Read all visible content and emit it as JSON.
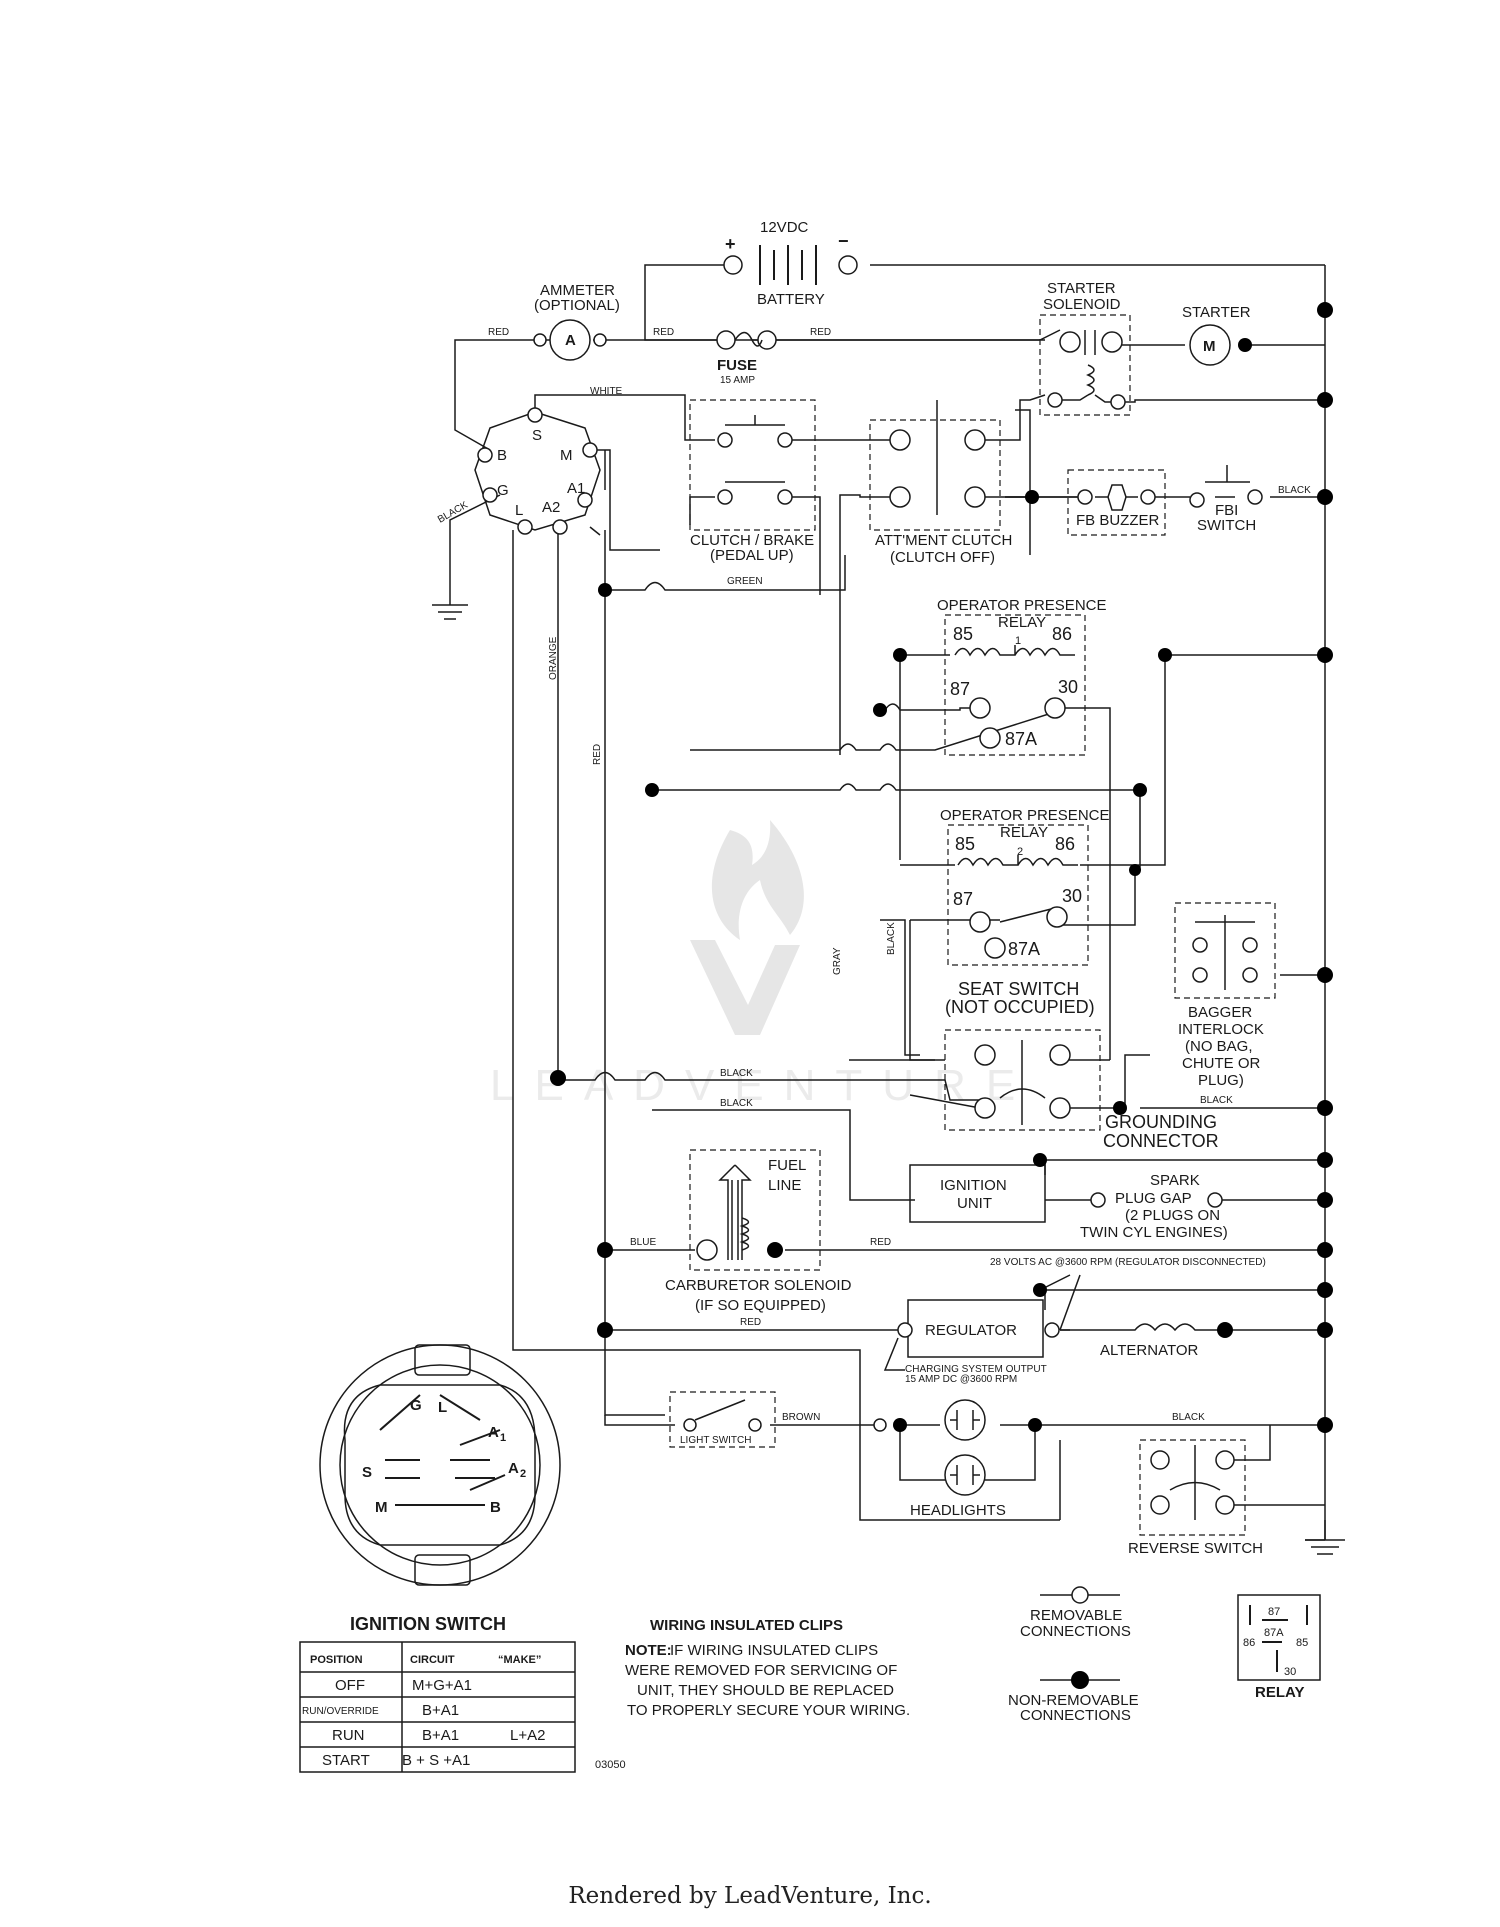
{
  "battery": {
    "voltage": "12VDC",
    "plus": "+",
    "minus": "−",
    "label": "BATTERY"
  },
  "ammeter": {
    "label": "AMMETER",
    "sub": "(OPTIONAL)",
    "symbol": "A"
  },
  "fuse": {
    "label": "FUSE",
    "rating": "15 AMP"
  },
  "starter_solenoid": {
    "line1": "STARTER",
    "line2": "SOLENOID"
  },
  "starter": {
    "label": "STARTER",
    "symbol": "M"
  },
  "ignition_switch_terms": {
    "S": "S",
    "M": "M",
    "B": "B",
    "G": "G",
    "L": "L",
    "A2": "A2",
    "A1": "A1"
  },
  "clutch_brake": {
    "line1": "CLUTCH / BRAKE",
    "line2": "(PEDAL UP)"
  },
  "attachment_clutch": {
    "line1": "ATT'MENT CLUTCH",
    "line2": "(CLUTCH OFF)"
  },
  "fb_buzzer": {
    "label": "FB BUZZER"
  },
  "fbi_switch": {
    "line1": "FBI",
    "line2": "SWITCH"
  },
  "relay1": {
    "line1": "OPERATOR PRESENCE",
    "line2": "RELAY",
    "num": "1",
    "p85": "85",
    "p86": "86",
    "p87": "87",
    "p30": "30",
    "p87a": "87A"
  },
  "relay2": {
    "line1": "OPERATOR PRESENCE",
    "line2": "RELAY",
    "num": "2",
    "p85": "85",
    "p86": "86",
    "p87": "87",
    "p30": "30",
    "p87a": "87A"
  },
  "seat_switch": {
    "line1": "SEAT SWITCH",
    "line2": "(NOT OCCUPIED)"
  },
  "bagger": {
    "line1": "BAGGER",
    "line2": "INTERLOCK",
    "line3": "(NO BAG,",
    "line4": "CHUTE OR",
    "line5": "PLUG)"
  },
  "grounding": {
    "line1": "GROUNDING",
    "line2": "CONNECTOR"
  },
  "fuel_line": {
    "line1": "FUEL",
    "line2": "LINE"
  },
  "ignition_unit": {
    "line1": "IGNITION",
    "line2": "UNIT"
  },
  "spark": {
    "line1": "SPARK",
    "line2": "PLUG GAP",
    "line3": "(2 PLUGS ON",
    "line4": "TWIN CYL ENGINES)"
  },
  "carb": {
    "line1": "CARBURETOR SOLENOID",
    "line2": "(IF SO EQUIPPED)"
  },
  "vac_note": "28 VOLTS AC @3600 RPM (REGULATOR DISCONNECTED)",
  "regulator": {
    "label": "REGULATOR"
  },
  "alternator": {
    "label": "ALTERNATOR"
  },
  "charging": {
    "line1": "CHARGING SYSTEM OUTPUT",
    "line2": "15 AMP DC @3600 RPM"
  },
  "light_switch": {
    "label": "LIGHT SWITCH"
  },
  "headlights": {
    "label": "HEADLIGHTS"
  },
  "reverse_switch": {
    "label": "REVERSE SWITCH"
  },
  "wires": {
    "red": "RED",
    "white": "WHITE",
    "black": "BLACK",
    "green": "GREEN",
    "orange": "ORANGE",
    "gray": "GRAY",
    "blue": "BLUE",
    "brown": "BROWN"
  },
  "switch_face": {
    "G": "G",
    "L": "L",
    "A1": "A",
    "A1sub": "1",
    "S": "S",
    "A2": "A",
    "A2sub": "2",
    "M": "M",
    "B": "B"
  },
  "ign_table": {
    "title": "IGNITION SWITCH",
    "headers": [
      "POSITION",
      "CIRCUIT",
      "“MAKE”"
    ],
    "rows": [
      [
        "OFF",
        "M+G+A1",
        ""
      ],
      [
        "RUN/OVERRIDE",
        "B+A1",
        ""
      ],
      [
        "RUN",
        "B+A1",
        "L+A2"
      ],
      [
        "START",
        "B + S +A1",
        ""
      ]
    ]
  },
  "clips": {
    "title": "WIRING INSULATED CLIPS",
    "note_label": "NOTE:",
    "line1": " IF WIRING INSULATED CLIPS",
    "line2": "WERE REMOVED FOR SERVICING OF",
    "line3": "UNIT, THEY SHOULD BE REPLACED",
    "line4": "TO PROPERLY SECURE YOUR WIRING."
  },
  "legend": {
    "removable1": "REMOVABLE",
    "removable2": "CONNECTIONS",
    "nonremovable1": "NON-REMOVABLE",
    "nonremovable2": "CONNECTIONS"
  },
  "relay_legend": {
    "p87": "87",
    "p87a": "87A",
    "p86": "86",
    "p85": "85",
    "p30": "30",
    "label": "RELAY"
  },
  "part_no": "03050",
  "footer": "Rendered by LeadVenture, Inc.",
  "watermark": "LEADVENTURE"
}
